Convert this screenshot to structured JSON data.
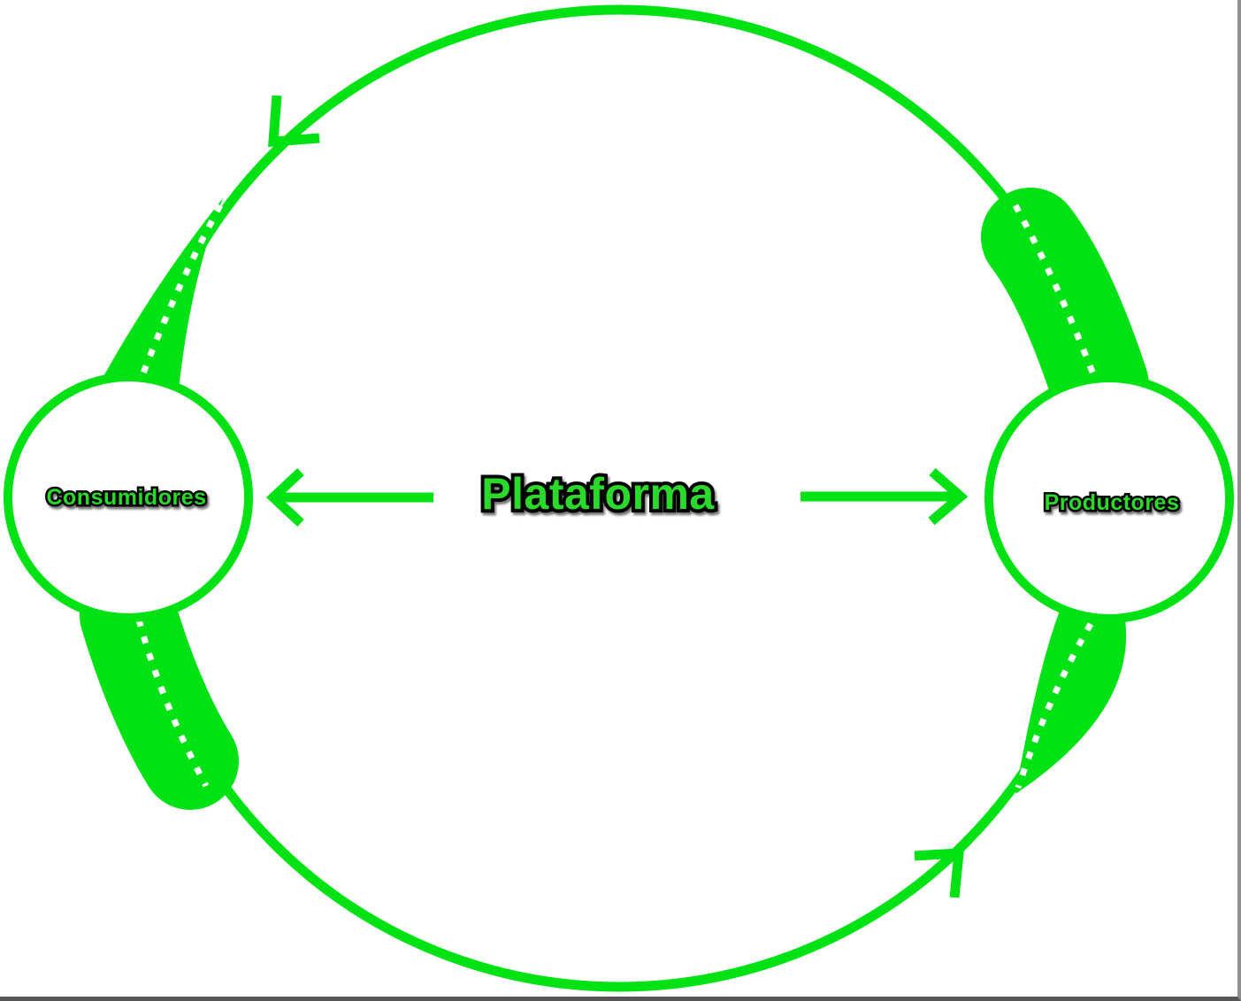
{
  "diagram": {
    "title": "Plataforma",
    "nodes": {
      "left": {
        "label": "Consumidores"
      },
      "right": {
        "label": "Productores"
      }
    },
    "arrows": {
      "center_to_left": "arrow-left",
      "center_to_right": "arrow-right",
      "cycle_top": "arrow-counterclockwise-top",
      "cycle_bottom": "arrow-counterclockwise-bottom"
    },
    "colors": {
      "green": "#00E213",
      "text_green": "#2BD92B",
      "outline": "#000000",
      "background": "#FFFFFF",
      "frame_right": "#8F8F8F",
      "frame_bottom": "#565656"
    }
  }
}
